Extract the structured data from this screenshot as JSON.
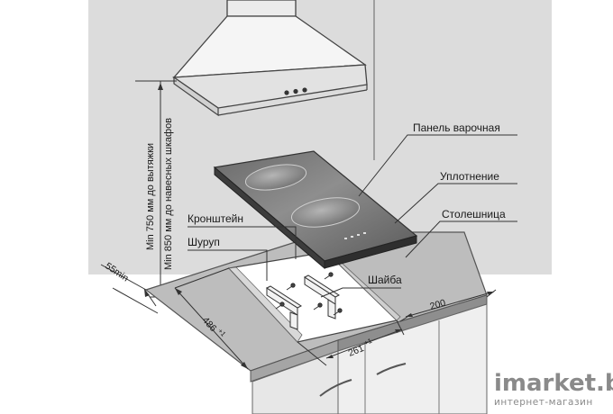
{
  "labels": {
    "cooktop": "Панель варочная",
    "seal": "Уплотнение",
    "countertop": "Столешница",
    "bracket": "Кронштейн",
    "screw": "Шуруп",
    "washer": "Шайба"
  },
  "vertical_dimension": {
    "hood_min": "Min 750 мм до вытяжки",
    "cabinets_min": "Min 850 мм до навесных шкафов"
  },
  "dimensions": {
    "edge_min": "55min",
    "width_value": "200",
    "depth_value": "486",
    "depth_sup": "+1",
    "cutout_value": "261",
    "cutout_sup": "+1"
  },
  "watermark": {
    "brand": "imarket.by",
    "sub": "интернет-магазин"
  }
}
